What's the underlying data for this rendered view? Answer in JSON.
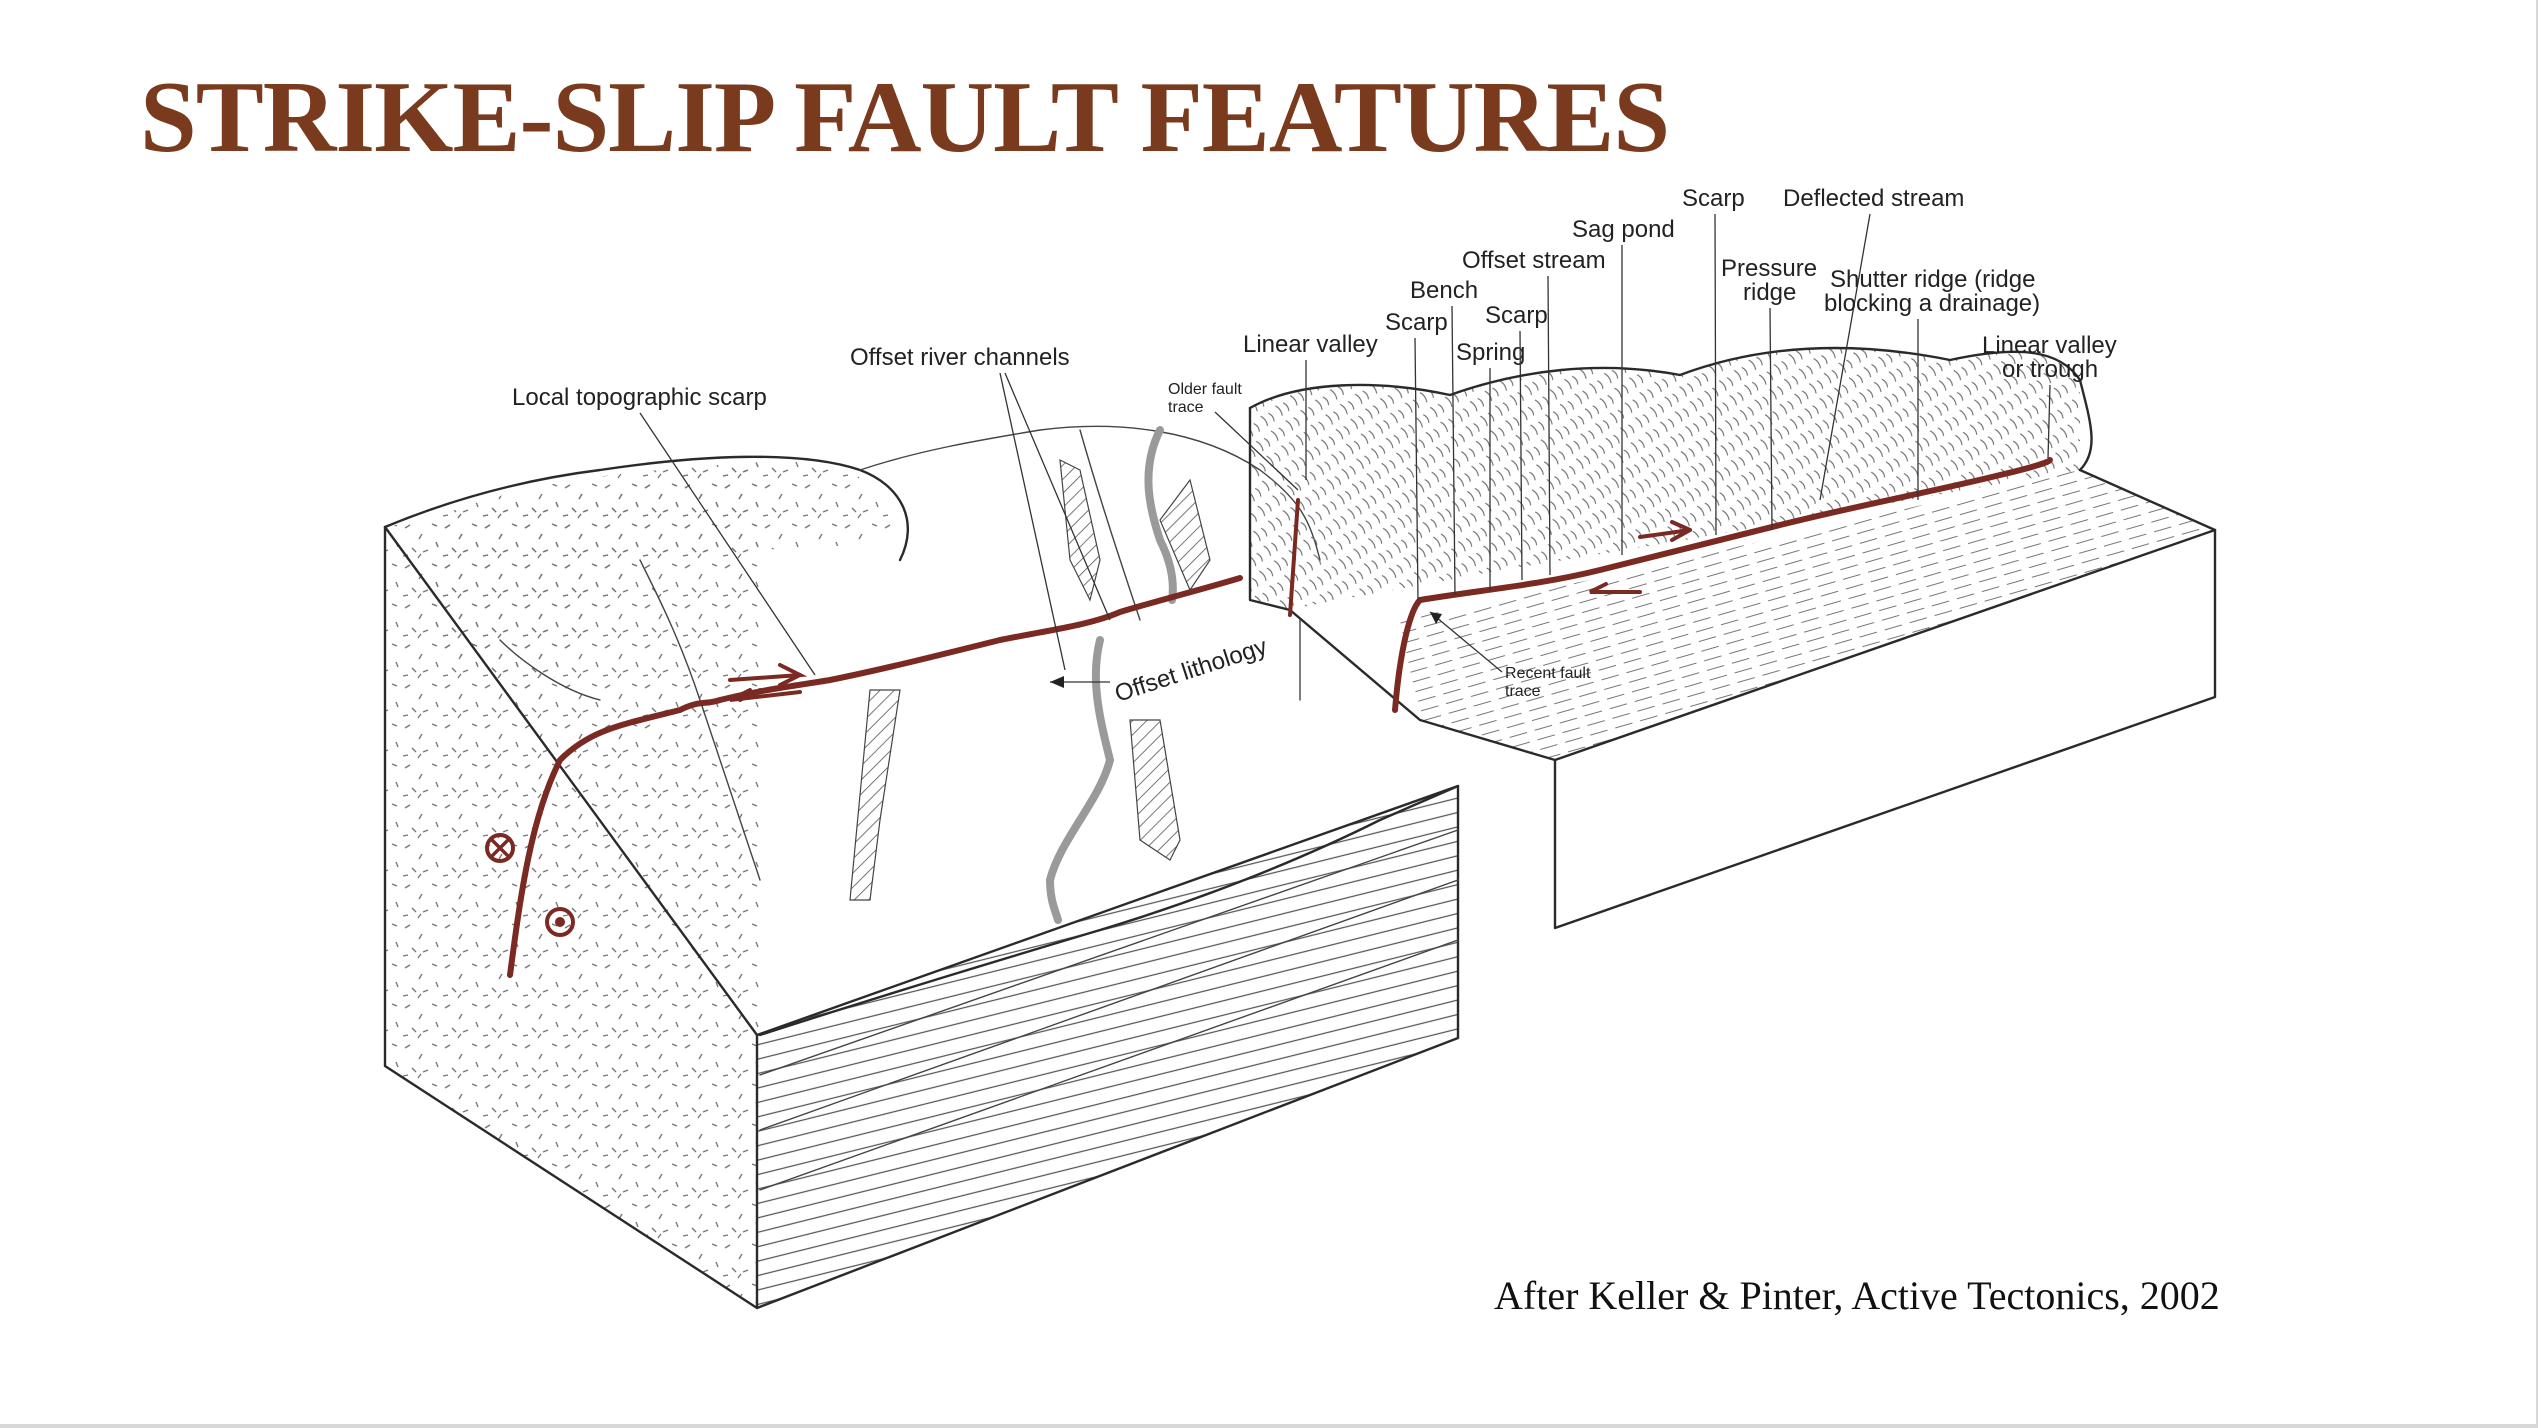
{
  "slide": {
    "title": "STRIKE-SLIP FAULT FEATURES",
    "citation": "After Keller & Pinter, Active Tectonics, 2002"
  },
  "labels": {
    "local_topographic_scarp": "Local topographic scarp",
    "offset_river_channels": "Offset river channels",
    "offset_lithology": "Offset lithology",
    "older_fault_trace_1": "Older fault",
    "older_fault_trace_2": "trace",
    "linear_valley": "Linear valley",
    "scarp_1": "Scarp",
    "bench": "Bench",
    "spring": "Spring",
    "scarp_2": "Scarp",
    "offset_stream": "Offset stream",
    "sag_pond": "Sag pond",
    "scarp_3": "Scarp",
    "deflected_stream": "Deflected stream",
    "pressure_ridge_1": "Pressure",
    "pressure_ridge_2": "ridge",
    "shutter_ridge_1": "Shutter ridge (ridge",
    "shutter_ridge_2": "blocking a drainage)",
    "linear_valley_trough_1": "Linear valley",
    "linear_valley_trough_2": "or trough",
    "recent_fault_trace_1": "Recent fault",
    "recent_fault_trace_2": "trace"
  },
  "colors": {
    "title": "#7a3a1d",
    "fault": "#7a2a22",
    "stream": "#9a9a9a"
  },
  "icons": {
    "into_page": "circled-x-symbol",
    "out_of_page": "circled-dot-symbol"
  }
}
